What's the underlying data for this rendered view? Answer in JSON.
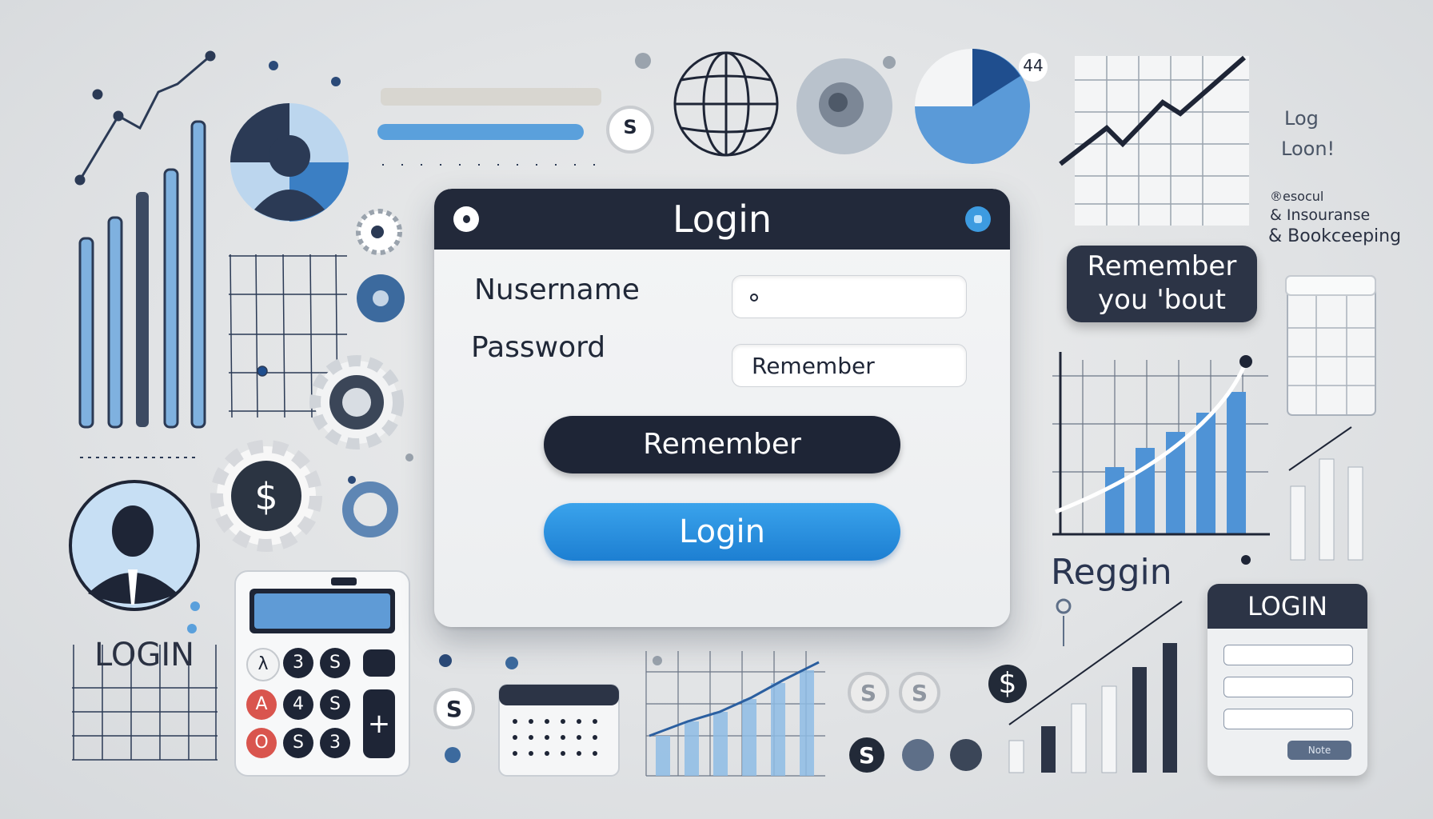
{
  "login_dialog": {
    "title": "Login",
    "username_label": "Nusername",
    "password_label": "Password",
    "password_value": "Remember",
    "remember_button": "Remember",
    "login_button": "Login"
  },
  "side_texts": {
    "log_line1": "Log",
    "log_line2": "Loon!",
    "tag_line1": "®esocul",
    "tag_line2": "& Insouranse",
    "tag_line3": "& Bookceeping",
    "pill_line1": "Remember",
    "pill_line2": "you  'bout",
    "reggin": "Reggin",
    "login_left": "LOGIN",
    "login_card_title": "LOGIN",
    "login_card_button": "Note",
    "pie_badge": "44"
  },
  "coins": {
    "dollar": "$",
    "s": "S"
  },
  "calculator": {
    "keys": [
      "λ",
      "3",
      "S",
      "A",
      "4",
      "S",
      "O",
      "S",
      "3"
    ],
    "big_key": "+"
  },
  "colors": {
    "accent_blue": "#3d9be0",
    "dark_navy": "#22293a",
    "light_blue": "#8fbde6"
  }
}
